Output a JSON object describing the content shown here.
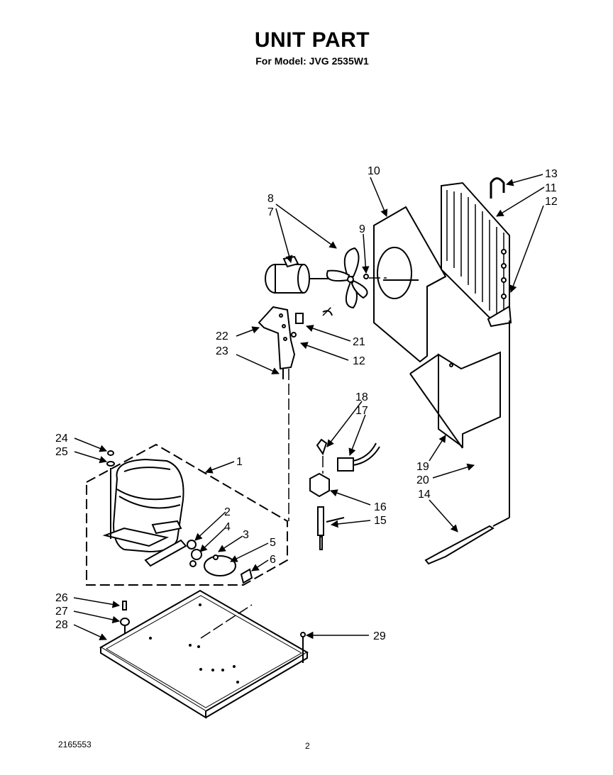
{
  "page": {
    "title": "UNIT PART",
    "subtitle": "For Model: JVG 2535W1",
    "doc_number": "2165553",
    "page_number": "2"
  },
  "callouts": [
    "1",
    "2",
    "3",
    "4",
    "5",
    "6",
    "7",
    "8",
    "9",
    "10",
    "11",
    "12",
    "12",
    "13",
    "14",
    "15",
    "16",
    "17",
    "18",
    "19",
    "20",
    "21",
    "22",
    "23",
    "24",
    "25",
    "26",
    "27",
    "28",
    "29"
  ]
}
